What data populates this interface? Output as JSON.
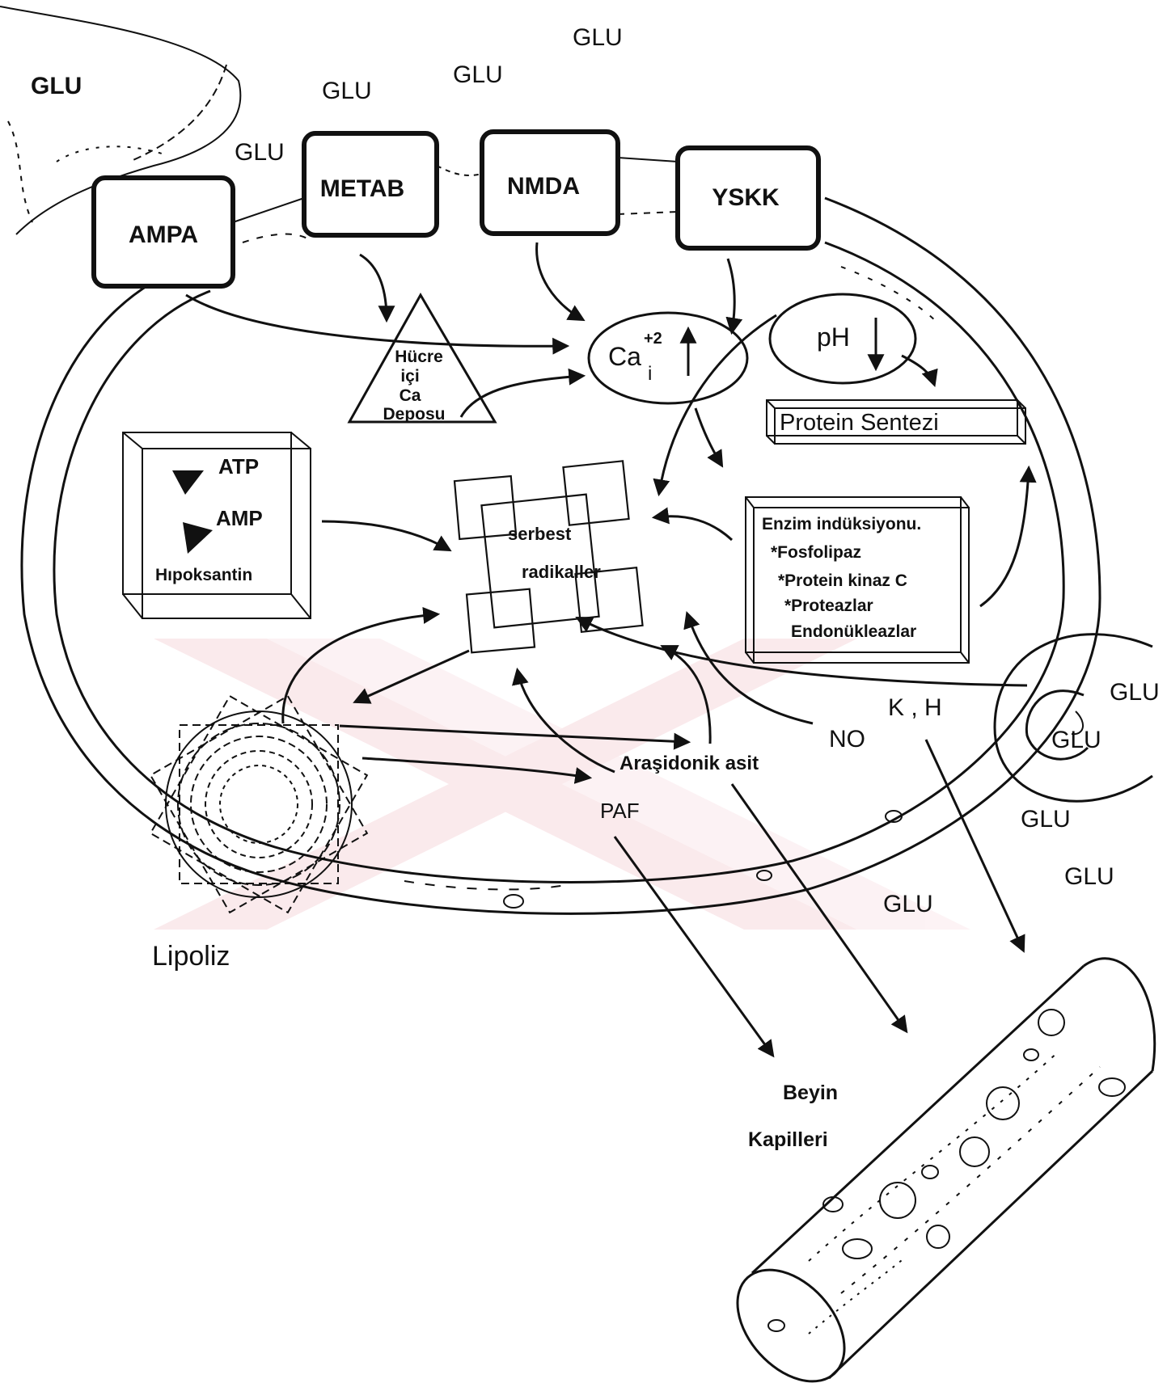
{
  "glu_labels": [
    "GLU",
    "GLU",
    "GLU",
    "GLU",
    "GLU",
    "GLU",
    "GLU",
    "GLU",
    "GLU",
    "GLU"
  ],
  "receptors": {
    "ampa": "AMPA",
    "metab": "METAB",
    "nmda": "NMDA",
    "yskk": "YSKK"
  },
  "calcium": {
    "base": "Ca",
    "superscript": "+2",
    "subscript": "i"
  },
  "store": {
    "lines": [
      "Hücre",
      "içi",
      "Ca",
      "Deposu"
    ]
  },
  "ph_label": "pH",
  "protein_synthesis": "Protein Sentezi",
  "energy_box": {
    "atp": "ATP",
    "amp": "AMP",
    "hypoxanthine": "Hıpoksantin"
  },
  "free_radicals": {
    "line1": "serbest",
    "line2": "radikaller"
  },
  "enzyme_box": {
    "title": "Enzim indüksiyonu.",
    "items": [
      "*Fosfolipaz",
      "*Protein kinaz C",
      "*Proteazlar",
      "Endonükleazlar"
    ]
  },
  "no_label": "NO",
  "k_h_label": "K , H",
  "arachidonic": "Araşidonik asit",
  "paf": "PAF",
  "lipolysis": "Lipoliz",
  "capillary": {
    "line1": "Beyin",
    "line2": "Kapilleri"
  },
  "colors": {
    "ink": "#111111",
    "background": "#ffffff",
    "watermark": "#f7d9de"
  }
}
